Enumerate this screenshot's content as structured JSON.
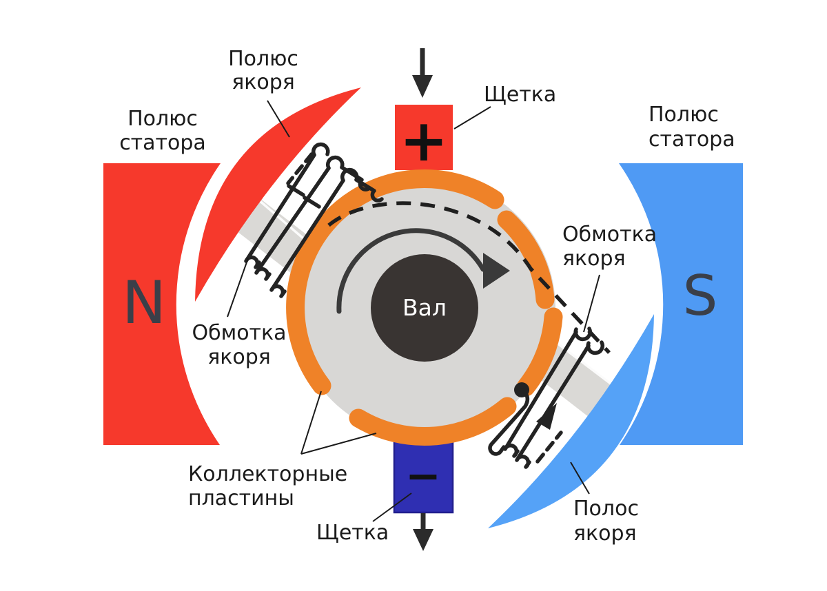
{
  "diagram": {
    "type": "labeled-technical-diagram",
    "subject": "DC motor cross-section (commutator motor)",
    "colors": {
      "background": "#ffffff",
      "red": "#f6392c",
      "blue": "#4f9af4",
      "blue_light": "#55a2f7",
      "orange": "#ef8228",
      "gray_rotor": "#d8d7d5",
      "gray_strip": "#dad9d6",
      "shaft_dark": "#393432",
      "navy": "#2f2fb2",
      "wire": "#232323",
      "text": "#1b1b1b",
      "letters": "#3a3f49"
    },
    "labels": {
      "armature_pole_top": [
        "Полюс",
        "якоря"
      ],
      "stator_pole_left": [
        "Полюс",
        "статора"
      ],
      "stator_pole_right": [
        "Полюс",
        "статора"
      ],
      "brush_top": "Щетка",
      "brush_bottom": "Щетка",
      "winding_left": [
        "Обмотка",
        "якоря"
      ],
      "winding_right": [
        "Обмотка",
        "якоря"
      ],
      "commutator_plates": [
        "Коллекторные",
        "пластины"
      ],
      "armature_pole_bottom": [
        "Полос",
        "якоря"
      ],
      "shaft": "Вал",
      "north": "N",
      "south": "S",
      "plus": "+",
      "minus": "−"
    }
  }
}
